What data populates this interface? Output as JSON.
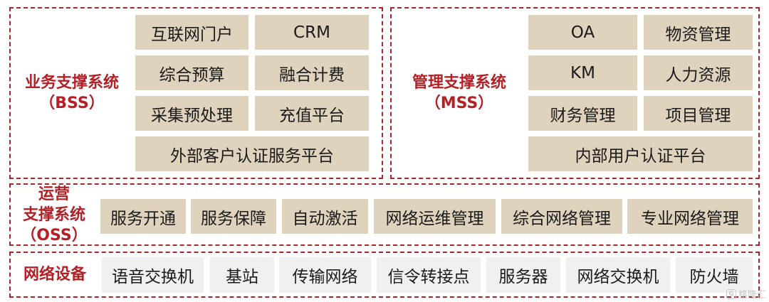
{
  "bss": {
    "title": "业务支撑系统",
    "abbr": "（BSS）",
    "items": [
      "互联网门户",
      "CRM",
      "综合预算",
      "融合计费",
      "采集预处理",
      "充值平台",
      "外部客户认证服务平台"
    ]
  },
  "mss": {
    "title": "管理支撑系统",
    "abbr": "（MSS）",
    "items": [
      "OA",
      "物资管理",
      "KM",
      "人力资源",
      "财务管理",
      "项目管理",
      "内部用户认证平台"
    ]
  },
  "oss": {
    "title_line1": "运营",
    "title_line2": "支撑系统",
    "abbr": "（OSS）",
    "items": [
      "服务开通",
      "服务保障",
      "自动激活",
      "网络运维管理",
      "综合网络管理",
      "专业网络管理"
    ]
  },
  "network": {
    "title": "网络设备",
    "items": [
      "语音交换机",
      "基站",
      "传输网络",
      "信令转接点",
      "服务器",
      "网络交换机",
      "防火墙"
    ]
  },
  "watermark": {
    "text": "格隆汇",
    "icon": "gelonghui-logo-icon"
  }
}
